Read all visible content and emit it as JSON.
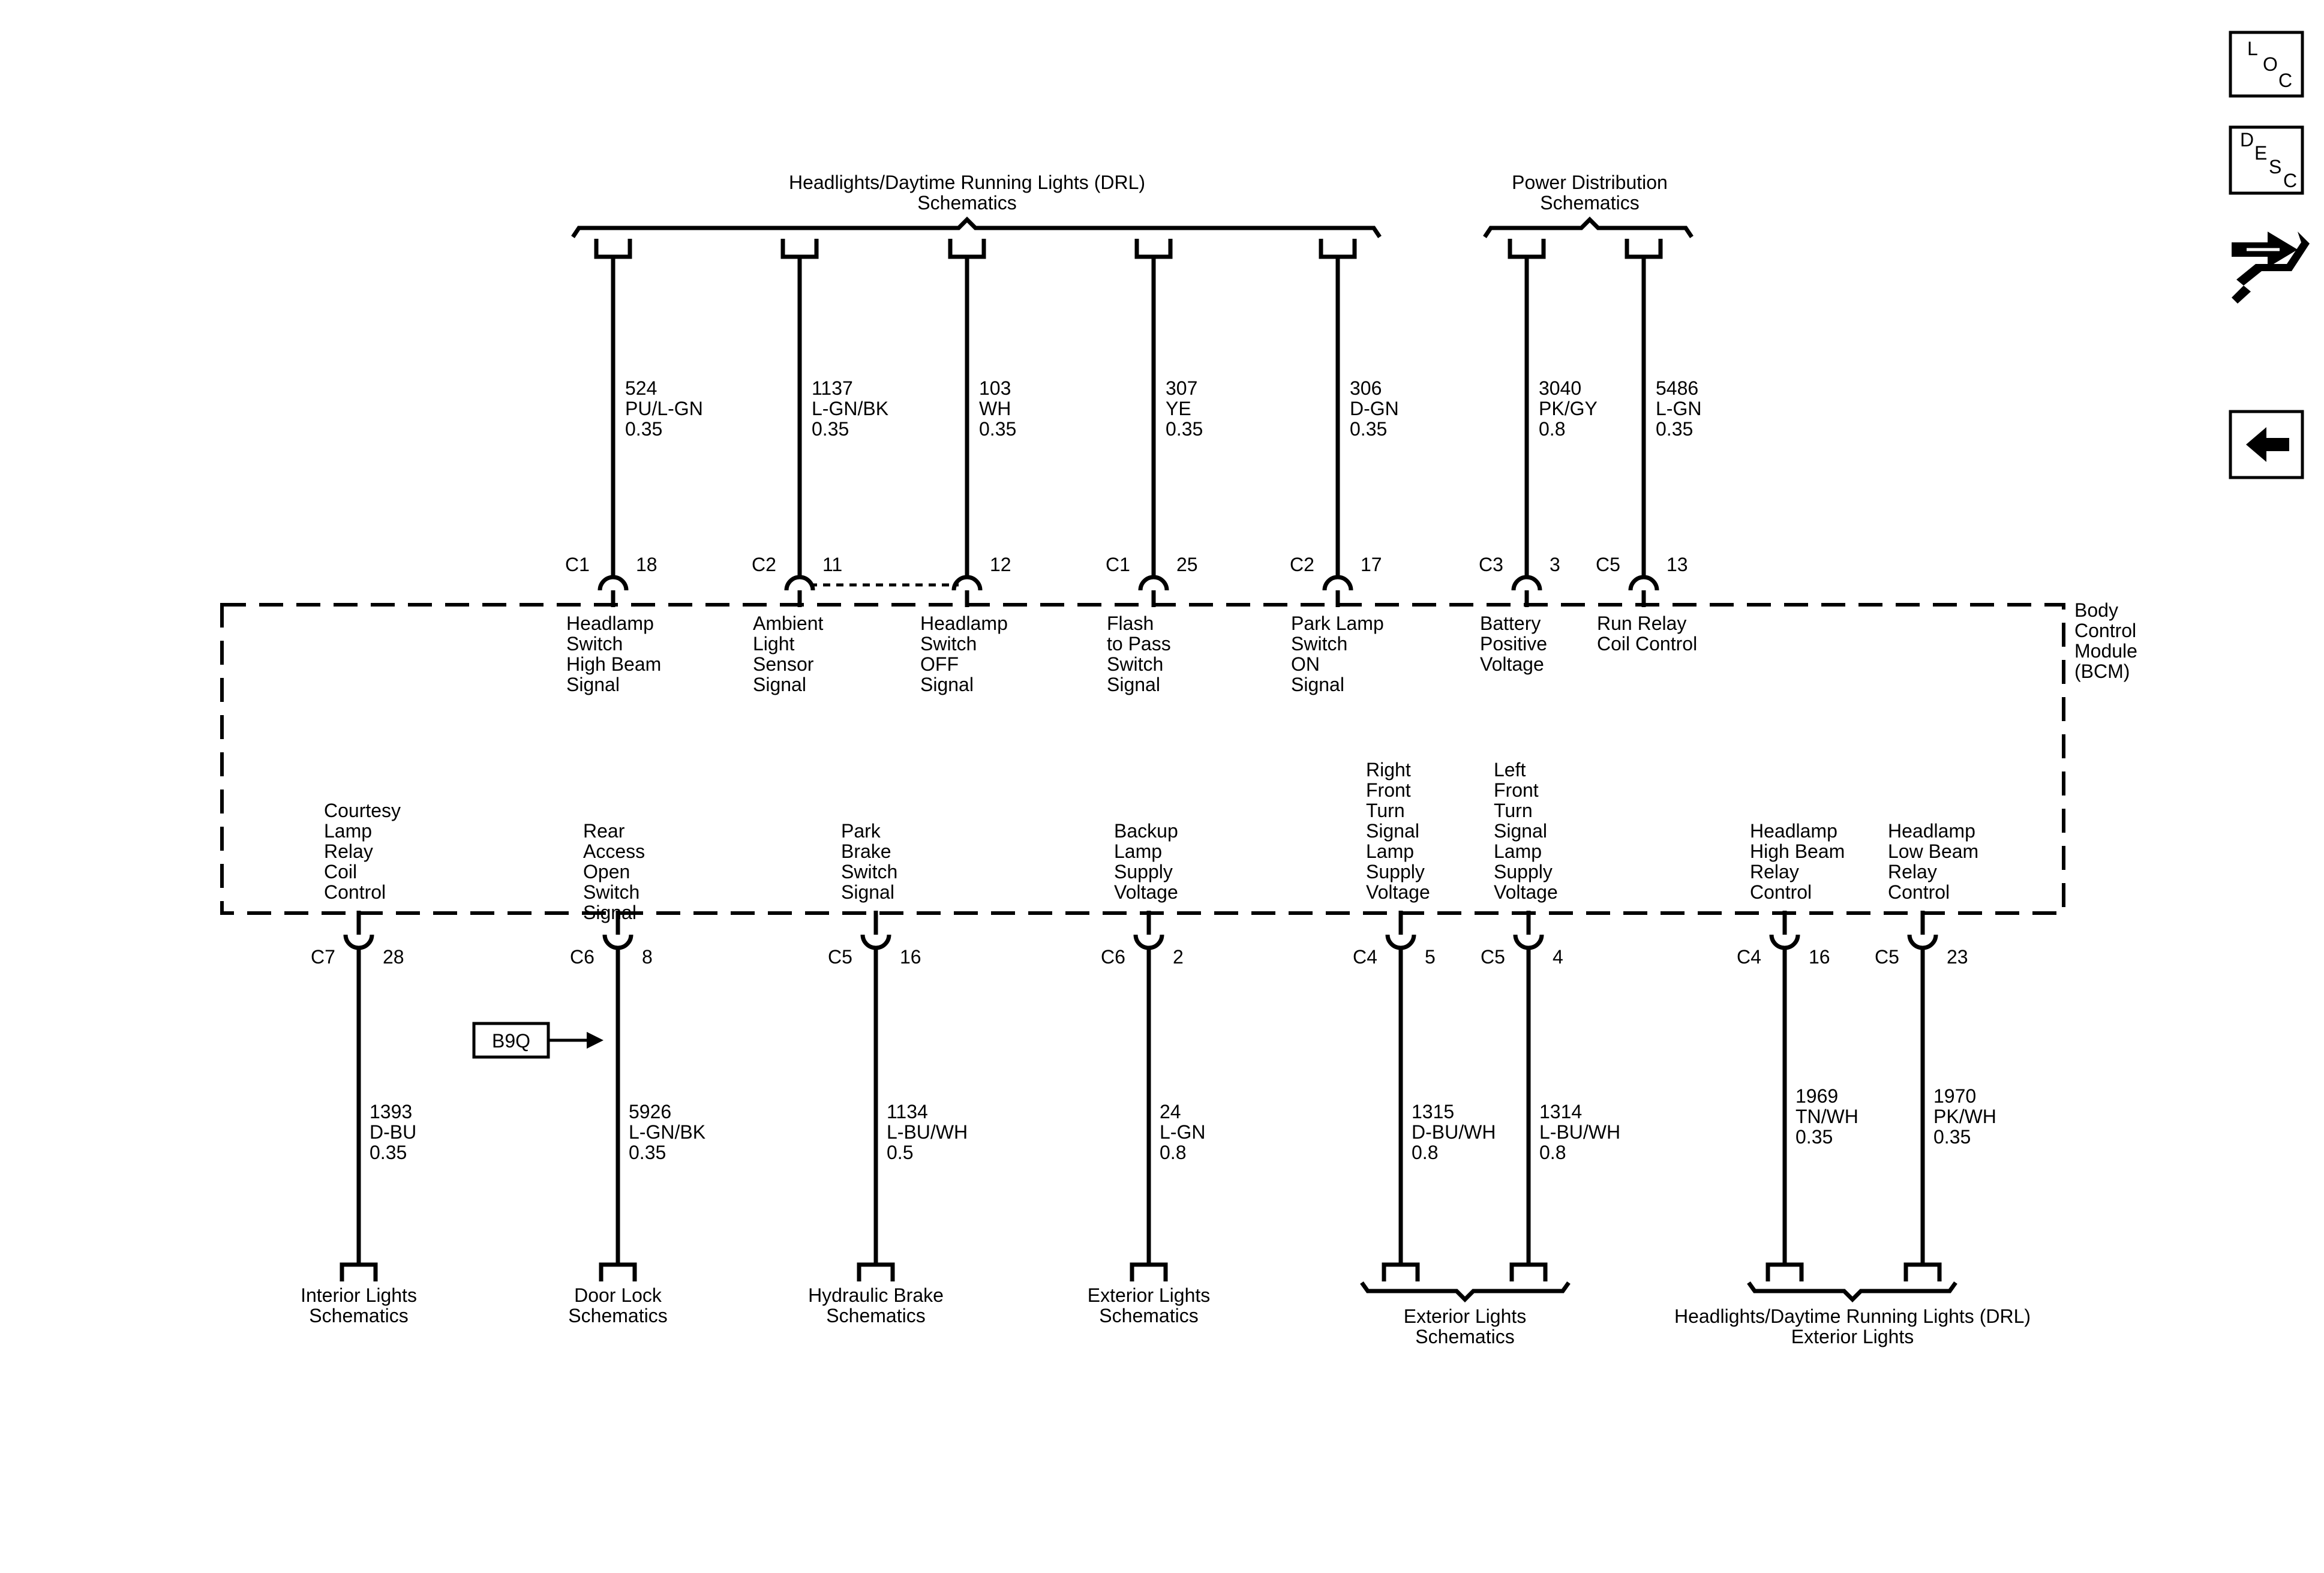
{
  "top_groups": [
    {
      "id": "headlights-drl",
      "label": [
        "Headlights/Daytime Running Lights (DRL)",
        "Schematics"
      ]
    },
    {
      "id": "power-distribution",
      "label": [
        "Power Distribution",
        "Schematics"
      ]
    }
  ],
  "bcm": {
    "label": [
      "Body",
      "Control",
      "Module",
      "(BCM)"
    ]
  },
  "top_wires": [
    {
      "circuit": "524",
      "color": "PU/L-GN",
      "gauge": "0.35",
      "connector": "C1",
      "pin": "18",
      "function": [
        "Headlamp",
        "Switch",
        "High Beam",
        "Signal"
      ]
    },
    {
      "circuit": "1137",
      "color": "L-GN/BK",
      "gauge": "0.35",
      "connector": "C2",
      "pin": "11",
      "function": [
        "Ambient",
        "Light",
        "Sensor",
        "Signal"
      ]
    },
    {
      "circuit": "103",
      "color": "WH",
      "gauge": "0.35",
      "connector": "",
      "pin": "12",
      "function": [
        "Headlamp",
        "Switch",
        "OFF",
        "Signal"
      ]
    },
    {
      "circuit": "307",
      "color": "YE",
      "gauge": "0.35",
      "connector": "C1",
      "pin": "25",
      "function": [
        "Flash",
        "to Pass",
        "Switch",
        "Signal"
      ]
    },
    {
      "circuit": "306",
      "color": "D-GN",
      "gauge": "0.35",
      "connector": "C2",
      "pin": "17",
      "function": [
        "Park Lamp",
        "Switch",
        "ON",
        "Signal"
      ]
    },
    {
      "circuit": "3040",
      "color": "PK/GY",
      "gauge": "0.8",
      "connector": "C3",
      "pin": "3",
      "function": [
        "Battery",
        "Positive",
        "Voltage"
      ]
    },
    {
      "circuit": "5486",
      "color": "L-GN",
      "gauge": "0.35",
      "connector": "C5",
      "pin": "13",
      "function": [
        "Run Relay",
        "Coil Control"
      ]
    }
  ],
  "bottom_wires": [
    {
      "circuit": "1393",
      "color": "D-BU",
      "gauge": "0.35",
      "connector": "C7",
      "pin": "28",
      "function": [
        "Courtesy",
        "Lamp",
        "Relay",
        "Coil",
        "Control"
      ]
    },
    {
      "circuit": "5926",
      "color": "L-GN/BK",
      "gauge": "0.35",
      "connector": "C6",
      "pin": "8",
      "function": [
        "Rear",
        "Access",
        "Open",
        "Switch",
        "Signal"
      ]
    },
    {
      "circuit": "1134",
      "color": "L-BU/WH",
      "gauge": "0.5",
      "connector": "C5",
      "pin": "16",
      "function": [
        "Park",
        "Brake",
        "Switch",
        "Signal"
      ]
    },
    {
      "circuit": "24",
      "color": "L-GN",
      "gauge": "0.8",
      "connector": "C6",
      "pin": "2",
      "function": [
        "Backup",
        "Lamp",
        "Supply",
        "Voltage"
      ]
    },
    {
      "circuit": "1315",
      "color": "D-BU/WH",
      "gauge": "0.8",
      "connector": "C4",
      "pin": "5",
      "function": [
        "Right",
        "Front",
        "Turn",
        "Signal",
        "Lamp",
        "Supply",
        "Voltage"
      ]
    },
    {
      "circuit": "1314",
      "color": "L-BU/WH",
      "gauge": "0.8",
      "connector": "C5",
      "pin": "4",
      "function": [
        "Left",
        "Front",
        "Turn",
        "Signal",
        "Lamp",
        "Supply",
        "Voltage"
      ]
    },
    {
      "circuit": "1969",
      "color": "TN/WH",
      "gauge": "0.35",
      "connector": "C4",
      "pin": "16",
      "function": [
        "Headlamp",
        "High Beam",
        "Relay",
        "Control"
      ]
    },
    {
      "circuit": "1970",
      "color": "PK/WH",
      "gauge": "0.35",
      "connector": "C5",
      "pin": "23",
      "function": [
        "Headlamp",
        "Low Beam",
        "Relay",
        "Control"
      ]
    }
  ],
  "bottom_destinations": [
    {
      "label": [
        "Interior Lights",
        "Schematics"
      ]
    },
    {
      "label": [
        "Door Lock",
        "Schematics"
      ]
    },
    {
      "label": [
        "Hydraulic Brake",
        "Schematics"
      ]
    },
    {
      "label": [
        "Exterior Lights",
        "Schematics"
      ]
    },
    {
      "label": [
        "Exterior Lights",
        "Schematics"
      ]
    },
    {
      "label": [
        "Headlights/Daytime Running Lights (DRL)",
        "Exterior Lights"
      ]
    }
  ],
  "option_tag": "B9Q",
  "nav": {
    "loc": [
      "L",
      "O",
      "C"
    ],
    "desc": [
      "D",
      "E",
      "S",
      "C"
    ],
    "connector_icon": "connector-end-view-icon",
    "back_icon": "back-arrow-icon"
  }
}
